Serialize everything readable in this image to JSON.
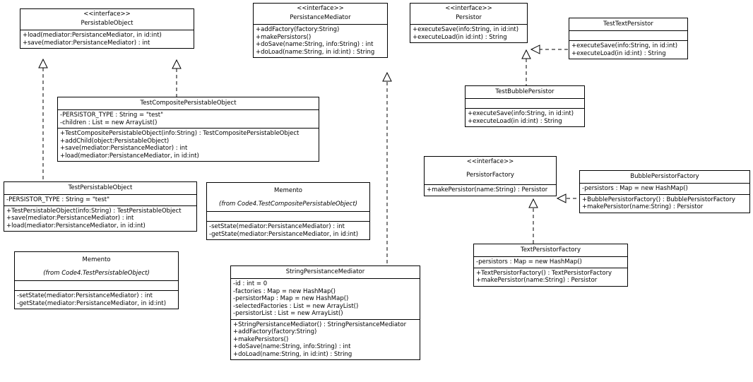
{
  "classes": {
    "persistable_object": {
      "stereotype": "<<interface>>",
      "name": "PersistableObject",
      "attributes": [],
      "operations": [
        "+load(mediator:PersistanceMediator, in id:int)",
        "+save(mediator:PersistanceMediator) : int"
      ]
    },
    "persistance_mediator": {
      "stereotype": "<<interface>>",
      "name": "PersistanceMediator",
      "attributes": [],
      "operations": [
        "+addFactory(factory:String)",
        "+makePersistors()",
        "+doSave(name:String, info:String) : int",
        "+doLoad(name:String, in id:int) : String"
      ]
    },
    "persistor": {
      "stereotype": "<<interface>>",
      "name": "Persistor",
      "attributes": [],
      "operations": [
        "+executeSave(info:String, in id:int)",
        "+executeLoad(in id:int) : String"
      ]
    },
    "test_text_persistor": {
      "name": "TestTextPersistor",
      "attributes": [],
      "operations": [
        "+executeSave(info:String, in id:int)",
        "+executeLoad(in id:int) : String"
      ]
    },
    "test_bubble_persistor": {
      "name": "TestBubblePersistor",
      "attributes": [],
      "operations": [
        "+executeSave(info:String, in id:int)",
        "+executeLoad(in id:int) : String"
      ]
    },
    "test_composite_persistable_object": {
      "name": "TestCompositePersistableObject",
      "attributes": [
        "-PERSISTOR_TYPE : String = \"test\"",
        "-children : List = new ArrayList()"
      ],
      "operations": [
        "+TestCompositePersistableObject(info:String) : TestCompositePersistableObject",
        "+addChild(object:PersistableObject)",
        "+save(mediator:PersistanceMediator) : int",
        "+load(mediator:PersistanceMediator, in id:int)"
      ]
    },
    "test_persistable_object": {
      "name": "TestPersistableObject",
      "attributes": [
        "-PERSISTOR_TYPE : String = \"test\""
      ],
      "operations": [
        "+TestPersistableObject(info:String) : TestPersistableObject",
        "+save(mediator:PersistanceMediator) : int",
        "+load(mediator:PersistanceMediator, in id:int)"
      ]
    },
    "memento_composite": {
      "name": "Memento",
      "from": "(from Code4.TestCompositePersistableObject)",
      "attributes": [],
      "operations": [
        "-setState(mediator:PersistanceMediator) : int",
        "-getState(mediator:PersistanceMediator, in id:int)"
      ]
    },
    "memento_simple": {
      "name": "Memento",
      "from": "(from Code4.TestPersistableObject)",
      "attributes": [],
      "operations": [
        "-setState(mediator:PersistanceMediator) : int",
        "-getState(mediator:PersistanceMediator, in id:int)"
      ]
    },
    "string_persistance_mediator": {
      "name": "StringPersistanceMediator",
      "attributes": [
        "-id : int = 0",
        "-factories : Map = new HashMap()",
        "-persistorMap : Map = new HashMap()",
        "-selectedFactories : List = new ArrayList()",
        "-persistorList : List = new ArrayList()"
      ],
      "operations": [
        "+StringPersistanceMediator() : StringPersistanceMediator",
        "+addFactory(factory:String)",
        "+makePersistors()",
        "+doSave(name:String, info:String) : int",
        "+doLoad(name:String, in id:int) : String"
      ]
    },
    "persistor_factory": {
      "stereotype": "<<interface>>",
      "name": "PersistorFactory",
      "attributes": [],
      "operations": [
        "+makePersistor(name:String) : Persistor"
      ]
    },
    "bubble_persistor_factory": {
      "name": "BubblePersistorFactory",
      "attributes": [
        "-persistors : Map = new HashMap()"
      ],
      "operations": [
        "+BubblePersistorFactory() : BubblePersistorFactory",
        "+makePersistor(name:String) : Persistor"
      ]
    },
    "text_persistor_factory": {
      "name": "TextPersistorFactory",
      "attributes": [
        "-persistors : Map = new HashMap()"
      ],
      "operations": [
        "+TextPersistorFactory() : TextPersistorFactory",
        "+makePersistor(name:String) : Persistor"
      ]
    }
  }
}
